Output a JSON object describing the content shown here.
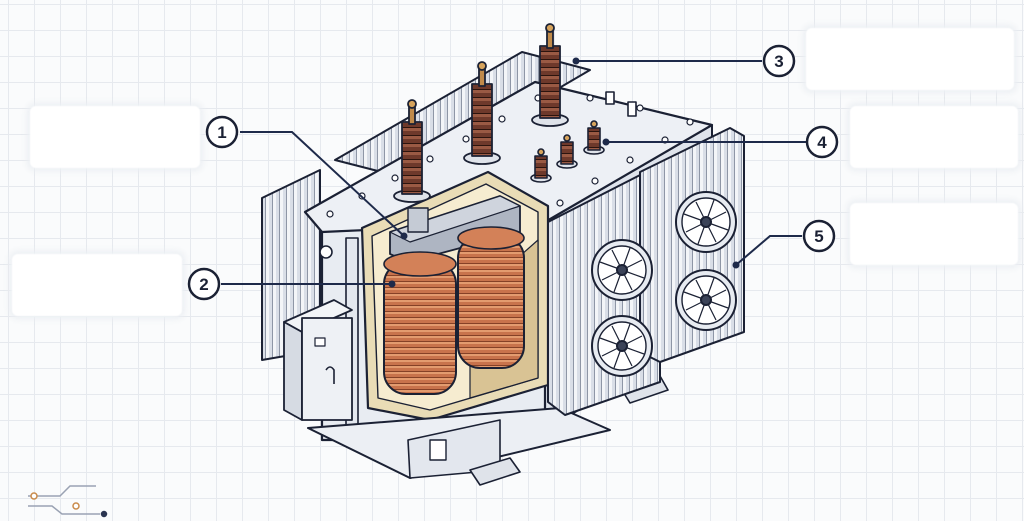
{
  "diagram": {
    "callouts": [
      {
        "id": "1",
        "number": "1",
        "label": ""
      },
      {
        "id": "2",
        "number": "2",
        "label": ""
      },
      {
        "id": "3",
        "number": "3",
        "label": ""
      },
      {
        "id": "4",
        "number": "4",
        "label": ""
      },
      {
        "id": "5",
        "number": "5",
        "label": ""
      }
    ]
  },
  "colors": {
    "outline": "#1b2134",
    "tank": "#e4e8ef",
    "copper": "#c7714a",
    "bushing": "#6b3528",
    "insulation": "#e9dcb6",
    "callout_line": "#1e2a4a"
  }
}
